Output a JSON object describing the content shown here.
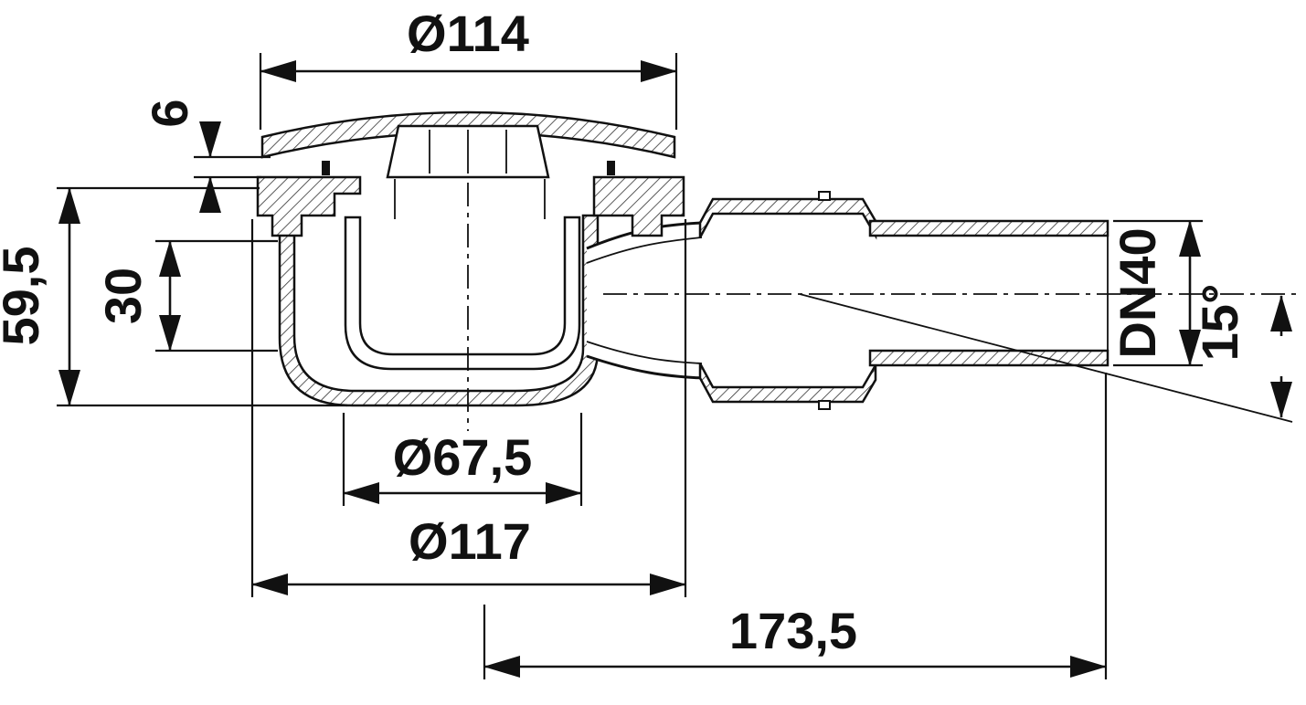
{
  "drawing": {
    "kind": "technical-cross-section",
    "subject": "shower-drain-trap-with-outlet-pipe",
    "line_color": "#111111",
    "background_color": "#ffffff",
    "labels": {
      "top_grate_diameter": "Ø114",
      "cover_edge_height": "6",
      "installation_depth": "59,5",
      "water_seal_height": "30",
      "inner_cup_diameter": "Ø67,5",
      "flange_diameter": "Ø117",
      "outlet_length": "173,5",
      "pipe_nominal_size": "DN40",
      "swivel_angle": "15°"
    }
  }
}
